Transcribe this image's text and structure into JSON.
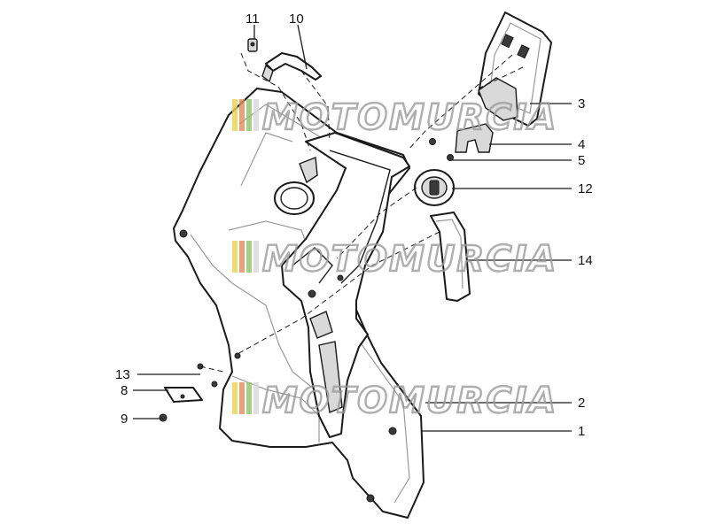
{
  "diagram": {
    "callouts": [
      {
        "id": "c11",
        "label": "11"
      },
      {
        "id": "c10",
        "label": "10"
      },
      {
        "id": "c3",
        "label": "3"
      },
      {
        "id": "c4",
        "label": "4"
      },
      {
        "id": "c5",
        "label": "5"
      },
      {
        "id": "c12",
        "label": "12"
      },
      {
        "id": "c14",
        "label": "14"
      },
      {
        "id": "c2",
        "label": "2"
      },
      {
        "id": "c1",
        "label": "1"
      },
      {
        "id": "c13",
        "label": "13"
      },
      {
        "id": "c8",
        "label": "8"
      },
      {
        "id": "c9",
        "label": "9"
      }
    ]
  },
  "watermark": {
    "text": "MOTOMURCIA",
    "stripe_colors": [
      "#e7d34d",
      "#e38b5a",
      "#8fc46a",
      "#d9d9d9"
    ]
  }
}
